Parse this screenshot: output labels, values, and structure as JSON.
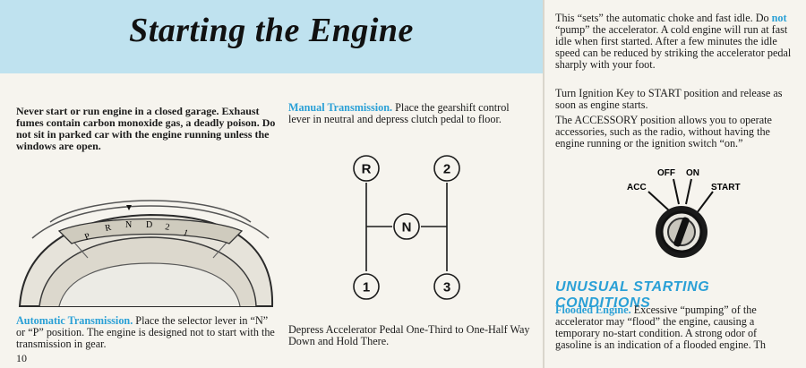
{
  "header": {
    "title": "Starting the Engine"
  },
  "left": {
    "warning": "Never start or run engine in a closed garage. Exhaust fumes contain carbon monoxide gas, a deadly poison. Do not sit in parked car with the engine running unless the windows are open.",
    "selector_letters": [
      "P",
      "R",
      "N",
      "D",
      "2",
      "1"
    ],
    "auto_heading": "Automatic Transmission.",
    "auto_text": " Place the selector lever in “N” or “P” position. The engine is designed not to start with the transmission in gear.",
    "page_number": "10"
  },
  "middle": {
    "manual_heading": "Manual Transmission.",
    "manual_text": " Place the gearshift control lever in neutral and depress clutch pedal to floor.",
    "gears": {
      "r": "R",
      "two": "2",
      "n": "N",
      "one": "1",
      "three": "3"
    },
    "depress_text": "Depress Accelerator Pedal One-Third to One-Half Way Down and Hold There."
  },
  "right": {
    "p1_a": "This “sets” the automatic choke and fast idle. Do ",
    "p1_not": "not",
    "p1_b": " “pump” the accelerator. A cold engine will run at fast idle when first started. After a few minutes the idle speed can be reduced by striking the accelerator pedal sharply with your foot.",
    "p2": "Turn Ignition Key to START position and release as soon as engine starts.",
    "p3": "The ACCESSORY position allows you to operate accessories, such as the radio, without having the engine running or the ignition switch “on.”",
    "ignition": {
      "acc": "ACC",
      "off": "OFF",
      "on": "ON",
      "start": "START"
    },
    "section_title": "UNUSUAL STARTING CONDITIONS",
    "flood_heading": "Flooded Engine.",
    "flood_text": " Excessive “pumping” of the accelerator may “flood” the engine, causing a temporary no-start condition. A strong odor of gasoline is an indication of a flooded engine. Th"
  }
}
